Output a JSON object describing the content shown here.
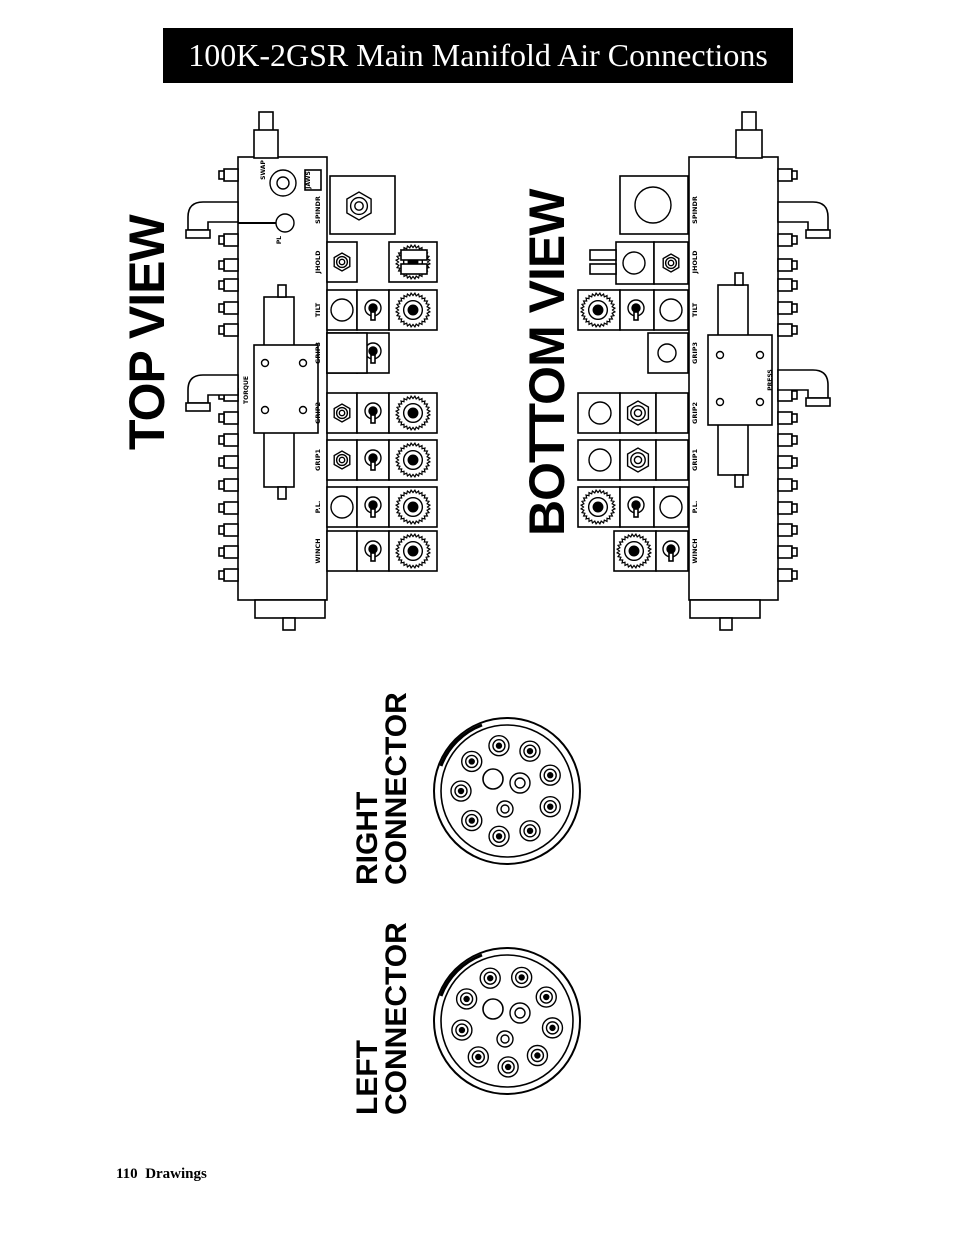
{
  "header": {
    "title": "100K-2GSR Main Manifold Air Connections"
  },
  "views": {
    "top": {
      "label": "TOP VIEW",
      "section_labels": [
        "SPINDR",
        "JHOLD",
        "TILT",
        "GRIP3",
        "GRIP2",
        "GRIP1",
        "P.L.",
        "WINCH"
      ],
      "other_labels": [
        "TORQUE",
        "PL",
        "SWAP",
        "JAWS"
      ]
    },
    "bottom": {
      "label": "BOTTOM VIEW",
      "section_labels": [
        "SPINDR",
        "JHOLD",
        "TILT",
        "GRIP3",
        "GRIP2",
        "GRIP1",
        "P.L.",
        "WINCH"
      ],
      "other_labels": [
        "PRESS"
      ]
    }
  },
  "connectors": {
    "right": {
      "label_line1": "RIGHT",
      "label_line2": "CONNECTOR"
    },
    "left": {
      "label_line1": "LEFT",
      "label_line2": "CONNECTOR"
    }
  },
  "footer": {
    "page_number": "110",
    "section": "Drawings"
  }
}
